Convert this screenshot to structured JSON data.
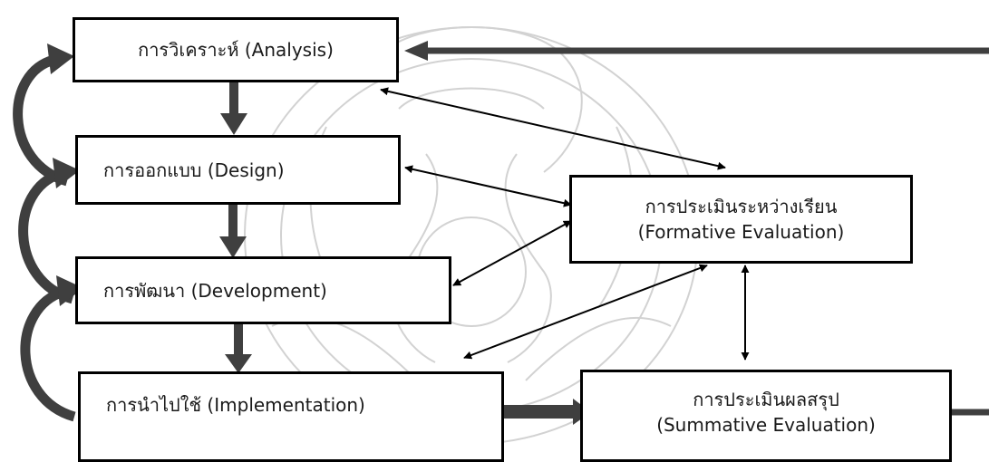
{
  "nodes": {
    "analysis": {
      "lines": [
        "การวิเคราะห์ (Analysis)"
      ]
    },
    "design": {
      "lines": [
        "การออกแบบ (Design)"
      ]
    },
    "development": {
      "lines": [
        "การพัฒนา (Development)"
      ]
    },
    "implementation": {
      "lines": [
        "การนำไปใช้ (Implementation)"
      ]
    },
    "formative": {
      "lines": [
        "การประเมินระหว่างเรียน",
        "(Formative Evaluation)"
      ]
    },
    "summative": {
      "lines": [
        "การประเมินผลสรุป",
        "(Summative Evaluation)"
      ]
    }
  },
  "colors": {
    "flow_arrow": "#3f3f3f",
    "box_border": "#000000",
    "watermark": "#d2d2d2"
  }
}
